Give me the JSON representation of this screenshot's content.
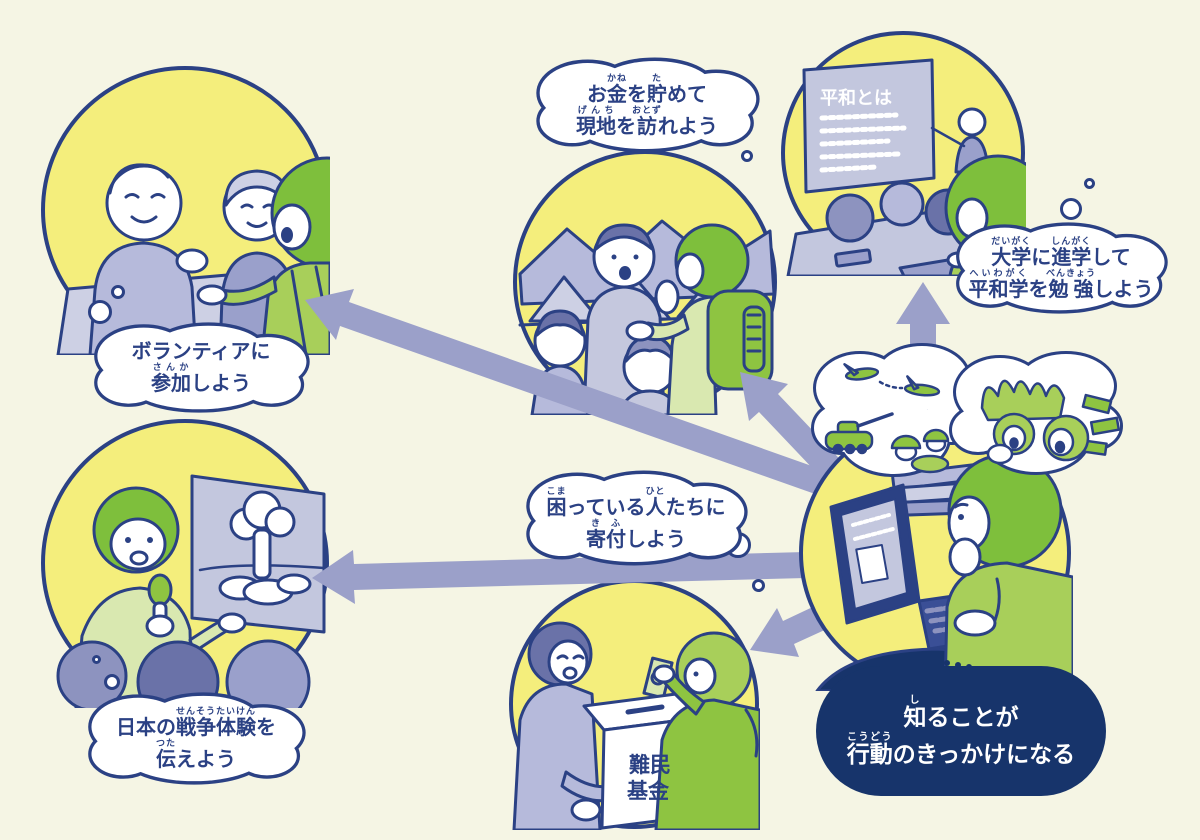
{
  "colors": {
    "background": "#f5f5e4",
    "circle_yellow": "#f4ee7c",
    "outline_navy": "#2b4184",
    "arrow_lavender": "#9ba0c9",
    "panel_navy": "#17346b",
    "green_dark": "#7ebf3c",
    "green_mid": "#8ec441",
    "green_light": "#a8cf5a",
    "green_pale": "#d9e8b0",
    "lavender": "#b6badb",
    "lavender_mid": "#9aa0cb",
    "white": "#ffffff"
  },
  "bubbles": {
    "visit": {
      "line1": [
        {
          "t": "お"
        },
        {
          "t": "金",
          "r": "かね"
        },
        {
          "t": "を"
        },
        {
          "t": "貯",
          "r": "た"
        },
        {
          "t": "めて"
        }
      ],
      "line2": [
        {
          "t": "現地",
          "r": "げんち"
        },
        {
          "t": "を"
        },
        {
          "t": "訪",
          "r": "おとず"
        },
        {
          "t": "れよう"
        }
      ]
    },
    "university": {
      "line1": [
        {
          "t": "大学",
          "r": "だいがく"
        },
        {
          "t": "に"
        },
        {
          "t": "進学",
          "r": "しんがく"
        },
        {
          "t": "して"
        }
      ],
      "line2": [
        {
          "t": "平和学",
          "r": "へいわがく"
        },
        {
          "t": "を"
        },
        {
          "t": "勉強",
          "r": "べんきょう"
        },
        {
          "t": "しよう"
        }
      ]
    },
    "volunteer": {
      "line1": [
        {
          "t": "ボランティアに"
        }
      ],
      "line2": [
        {
          "t": "参加",
          "r": "さんか"
        },
        {
          "t": "しよう"
        }
      ]
    },
    "donate": {
      "line1": [
        {
          "t": "困",
          "r": "こま"
        },
        {
          "t": "っている"
        },
        {
          "t": "人",
          "r": "ひと"
        },
        {
          "t": "たちに"
        }
      ],
      "line2": [
        {
          "t": "寄付",
          "r": "きふ"
        },
        {
          "t": "しよう"
        }
      ]
    },
    "tell": {
      "line1": [
        {
          "t": "日本の"
        },
        {
          "t": "戦争体験",
          "r": "せんそうたいけん"
        },
        {
          "t": "を"
        }
      ],
      "line2": [
        {
          "t": "伝",
          "r": "つた"
        },
        {
          "t": "えよう"
        }
      ]
    }
  },
  "conclusion": {
    "line1": [
      {
        "t": "知",
        "r": "し"
      },
      {
        "t": "ることが"
      }
    ],
    "line2": [
      {
        "t": "行動",
        "r": "こうどう"
      },
      {
        "t": "のきっかけになる"
      }
    ]
  },
  "classroom": {
    "board_title": "平和とは"
  },
  "donation_box": {
    "label_top": "難民",
    "label_bottom": "基金"
  }
}
